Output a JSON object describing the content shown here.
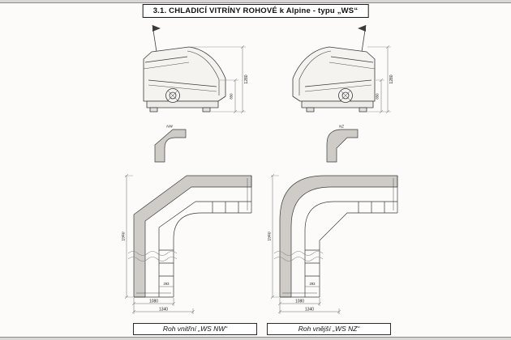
{
  "page": {
    "title": "3.1. CHLADICÍ VITRÍNY ROHOVÉ k Alpine - typu „WS“"
  },
  "captions": {
    "left": "Roh vnitřní „WS NW“",
    "right": "Roh vnější „WS NZ“"
  },
  "mini_labels": {
    "left": "NW",
    "right": "NZ"
  },
  "dimensions": {
    "side_left": {
      "height": "1280",
      "front": "850"
    },
    "side_right": {
      "height": "1280",
      "front": "850"
    },
    "plan_left": {
      "width_inner": "1080",
      "width_outer": "1340",
      "detail": "293",
      "length": "1940"
    },
    "plan_right": {
      "width_inner": "1080",
      "width_outer": "1340",
      "detail": "293",
      "length": "1940"
    }
  },
  "colors": {
    "line": "#3a3a3a",
    "counter_fill": "#cfccc7",
    "page_bg": "#fcfbf9"
  }
}
